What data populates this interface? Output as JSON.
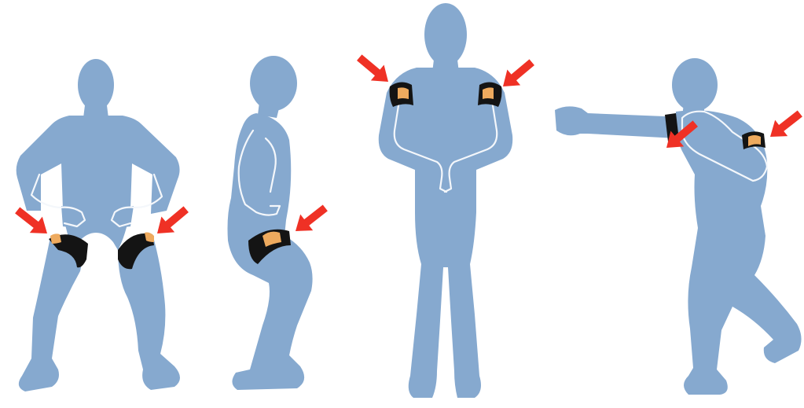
{
  "figure": {
    "colors": {
      "background": "#ffffff",
      "body": "#86a9cf",
      "outline": "#f4f7fb",
      "band": "#141414",
      "pad": "#eeaa5e",
      "arrow": "#ef3125"
    },
    "figures": [
      {
        "pose": "squat-front",
        "band_location": "thighs",
        "arrow_count": 2
      },
      {
        "pose": "squat-side",
        "band_location": "thigh",
        "arrow_count": 1
      },
      {
        "pose": "standing-front",
        "band_location": "upper-arms",
        "arrow_count": 2
      },
      {
        "pose": "punch-side",
        "band_location": "upper-arms",
        "arrow_count": 2
      }
    ]
  }
}
